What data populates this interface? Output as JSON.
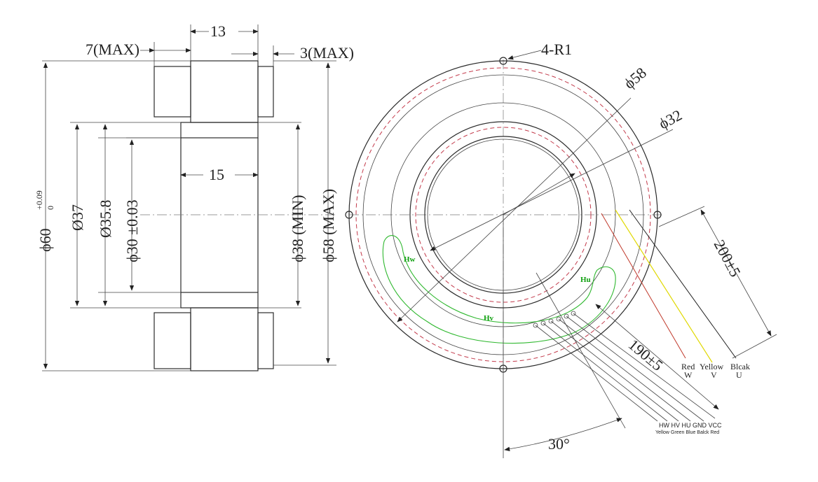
{
  "side_view": {
    "dims": {
      "top_13": "13",
      "max7": "7(MAX)",
      "max3": "3(MAX)",
      "inner15": "15"
    },
    "diameters": {
      "d60": "ϕ60",
      "d60_tol_plus": "+0.09",
      "d60_tol_zero": "0",
      "d37": "Ø37",
      "d358": "Ø35.8",
      "d30": "ϕ30 ±0.03",
      "d38": "ϕ38 (MIN)",
      "d58max": "ϕ58 (MAX)"
    }
  },
  "front_view": {
    "labels": {
      "r1": "4-R1",
      "d58": "ϕ58",
      "d32": "ϕ32",
      "len200": "200±5",
      "len190": "190±5",
      "angle30": "30°",
      "hw": "Hw",
      "hv": "Hv",
      "hu": "Hu"
    },
    "motor_wires": [
      {
        "color_name": "Red",
        "phase": "W",
        "hex": "#c0392b"
      },
      {
        "color_name": "Yellow",
        "phase": "V",
        "hex": "#e6e600"
      },
      {
        "color_name": "Blcak",
        "phase": "U",
        "hex": "#222222"
      }
    ],
    "sensor_wires": {
      "names": "HW HV HU GND VCC",
      "colors": "Yellow Green Blue Balck Red"
    }
  },
  "colors": {
    "line": "#2b2b2b",
    "hall_green": "#10a010",
    "red_dash": "#c33a4b"
  }
}
